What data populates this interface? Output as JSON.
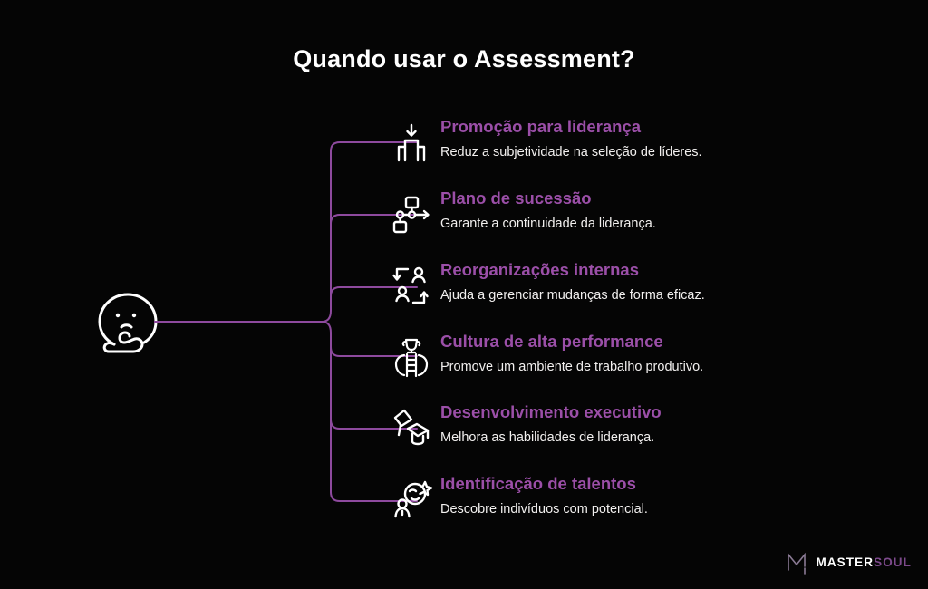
{
  "slide": {
    "title": "Quando usar o Assessment?",
    "background_color": "#050505",
    "accent_color": "#9b4fa8",
    "connector_color": "#8e4a9e",
    "text_color": "#f2f0ef"
  },
  "central_node": {
    "icon": "thinking-face-icon",
    "label": ""
  },
  "items": [
    {
      "icon": "podium-arrow-down-icon",
      "heading": "Promoção para liderança",
      "description": "Reduz a subjetividade na seleção de líderes."
    },
    {
      "icon": "org-chart-flow-icon",
      "heading": "Plano de sucessão",
      "description": "Garante a continuidade da liderança."
    },
    {
      "icon": "people-swap-arrows-icon",
      "heading": "Reorganizações internas",
      "description": "Ajuda a gerenciar mudanças de forma eficaz."
    },
    {
      "icon": "ladder-trophy-icon",
      "heading": "Cultura de alta performance",
      "description": "Promove um ambiente de trabalho produtivo."
    },
    {
      "icon": "graduation-caps-icon",
      "heading": "Desenvolvimento executivo",
      "description": "Melhora as habilidades de liderança."
    },
    {
      "icon": "person-star-search-icon",
      "heading": "Identificação de talentos",
      "description": "Descobre indivíduos com potencial."
    }
  ],
  "logo": {
    "mark": "mastersoul-m-mark-icon",
    "word_primary": "MASTER",
    "word_secondary": "SOUL"
  }
}
